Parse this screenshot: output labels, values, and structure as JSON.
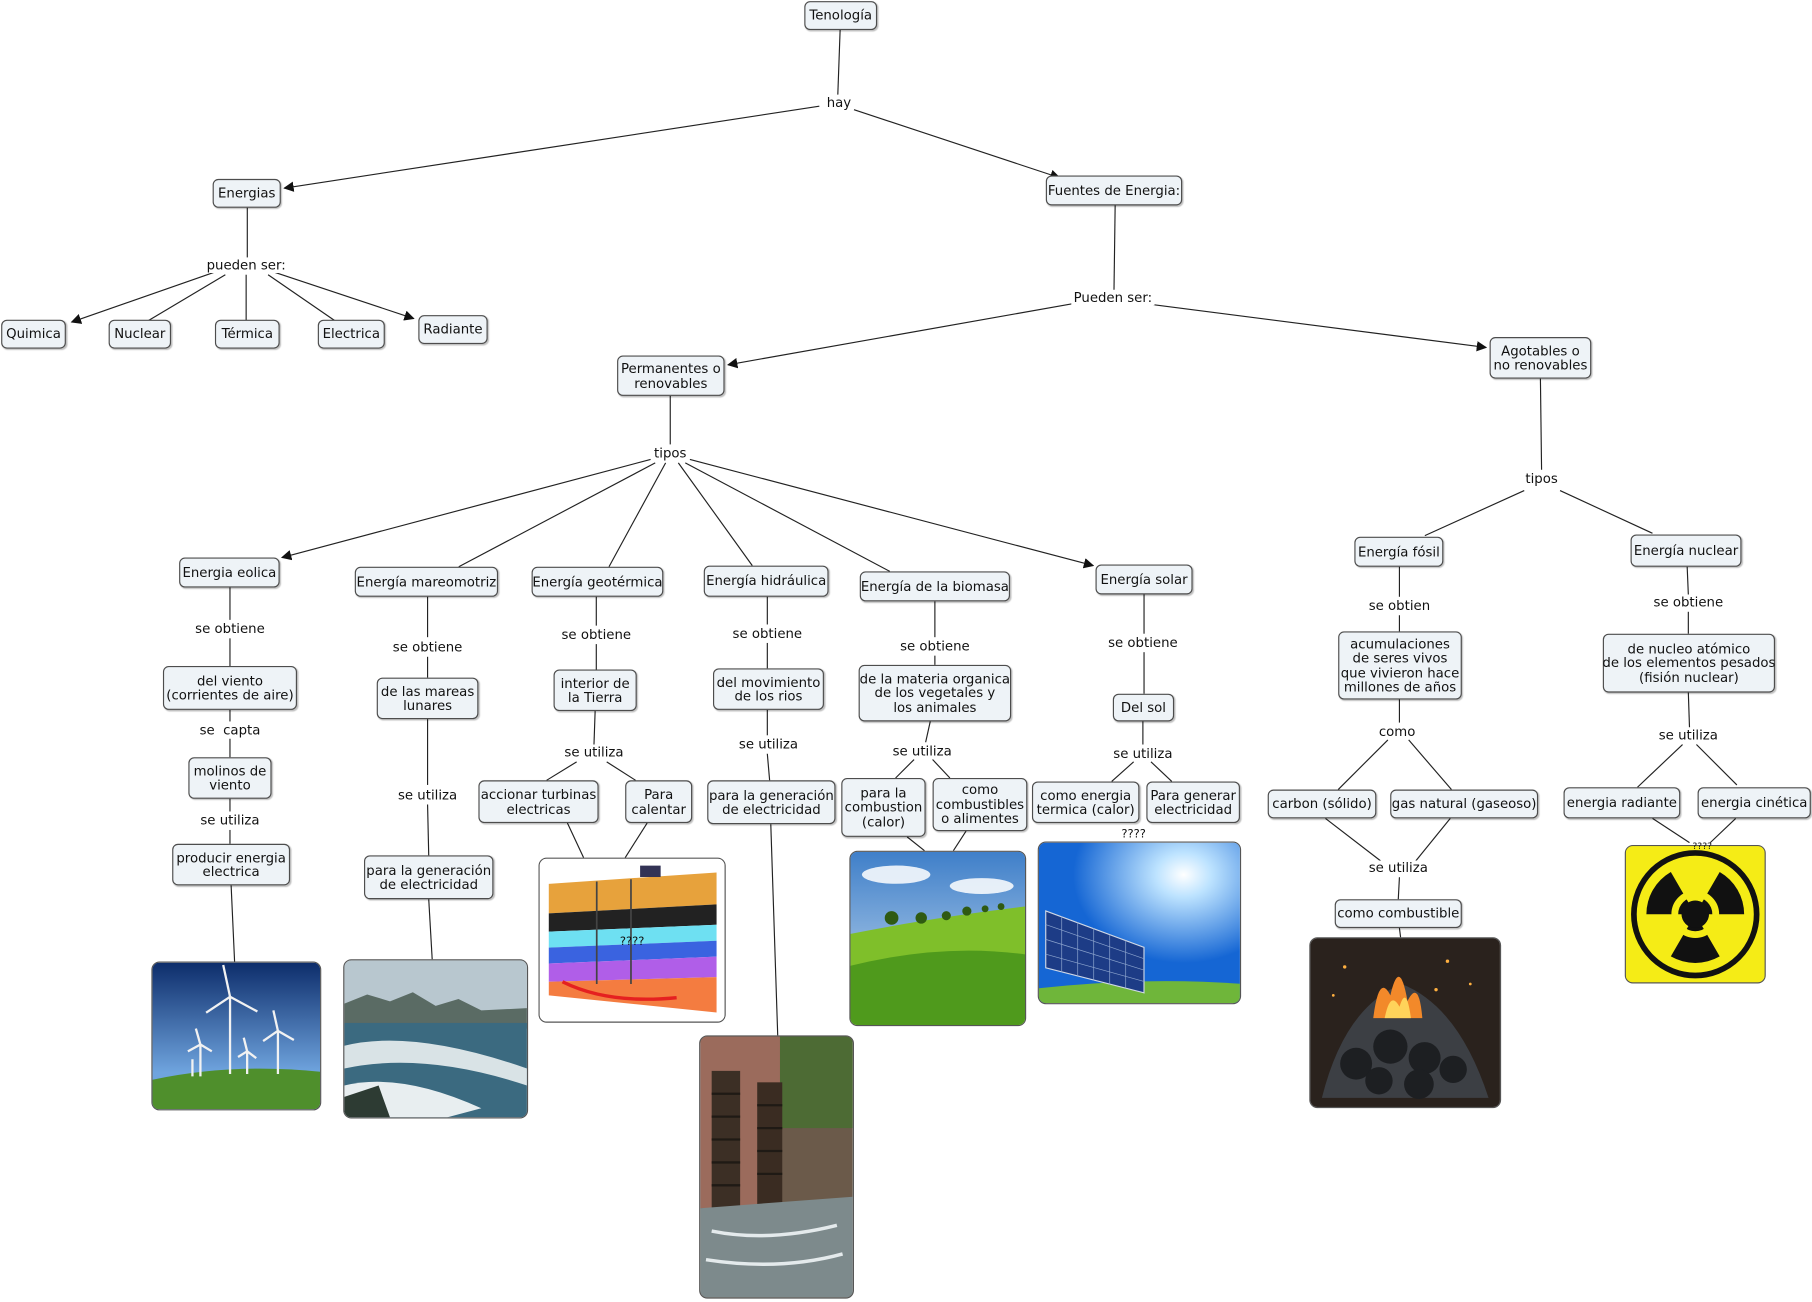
{
  "nodes": {
    "tenologia": "Tenología",
    "energias": "Energias",
    "fuentes": "Fuentes de Energia:",
    "quimica": "Quimica",
    "nuclear": "Nuclear",
    "termica": "Térmica",
    "electrica": "Electrica",
    "radiante": "Radiante",
    "permanentes": "Permanentes o\nrenovables",
    "agotables": "Agotables o\nno renovables",
    "eolica": "Energia eolica",
    "mareomotriz": "Energía mareomotriz",
    "geotermica": "Energía geotérmica",
    "hidraulica": "Energía hidráulica",
    "biomasa": "Energía de la biomasa",
    "solar": "Energía solar",
    "fosil": "Energía fósil",
    "e_nuclear": "Energía nuclear",
    "viento": "del viento\n(corrientes de aire)",
    "molinos": "molinos de\nviento",
    "producir": "producir energia\nelectrica",
    "mareas": "de las mareas\nlunares",
    "gen_mareas": "para la generación\nde electricidad",
    "interior": "interior de\nla Tierra",
    "turbinas": "accionar turbinas\nelectricas",
    "calentar": "Para\ncalentar",
    "movimiento": "del movimiento\nde los rios",
    "gen_rios": "para la generación\nde electricidad",
    "materia": "de la materia organica\nde los vegetales y\nlos animales",
    "combustion": "para la\ncombustion\n(calor)",
    "combustibles": "como\ncombustibles\no alimentes",
    "delsol": "Del sol",
    "termica_calor": "como energia\ntermica (calor)",
    "gen_electricidad": "Para generar\nelectricidad",
    "acumulaciones": "acumulaciones\nde seres vivos\nque vivieron hace\nmillones de años",
    "carbon": "carbon (sólido)",
    "gas": "gas natural (gaseoso)",
    "como_combustible": "como combustible",
    "nucleo": "de nucleo atómico\nde los elementos pesados\n(fisión nuclear)",
    "radiante2": "energia radiante",
    "cinetica": "energia cinética"
  },
  "links": {
    "hay": "hay",
    "pueden_ser_1": "pueden ser:",
    "pueden_ser_2": "Pueden ser:",
    "tipos_1": "tipos",
    "tipos_2": "tipos",
    "se_obtiene_eolica": "se obtiene",
    "se_capta": "se  capta",
    "se_utiliza_eolica": "se utiliza",
    "se_obtiene_mareo": "se obtiene",
    "se_utiliza_mareo": "se utiliza",
    "se_obtiene_geo": "se obtiene",
    "se_utiliza_geo": "se utiliza",
    "se_obtiene_hidra": "se obtiene",
    "se_utiliza_hidra": "se utiliza",
    "se_obtiene_bio": "se obtiene",
    "se_utiliza_bio": "se utiliza",
    "se_obtiene_solar": "se obtiene",
    "se_utiliza_solar": "se utiliza",
    "se_obtien_fosil": "se obtien",
    "como": "como",
    "se_utiliza_fosil": "se utiliza",
    "se_obtiene_nuclear": "se obtiene",
    "se_utiliza_nuclear": "se utiliza"
  },
  "annotations": {
    "q_geo": "????",
    "q_solar": "????",
    "q_nuclear": "????"
  },
  "colors": {
    "node_fill": "#eef3f7",
    "node_border": "#4d4d4d",
    "line": "#222222",
    "radiation_yellow": "#f5ec16"
  },
  "images": [
    "wind-turbines-photo",
    "ocean-coast-photo",
    "geothermal-diagram",
    "water-wheel-photo",
    "grass-field-photo",
    "solar-panel-photo",
    "burning-coal-photo",
    "radiation-symbol"
  ]
}
